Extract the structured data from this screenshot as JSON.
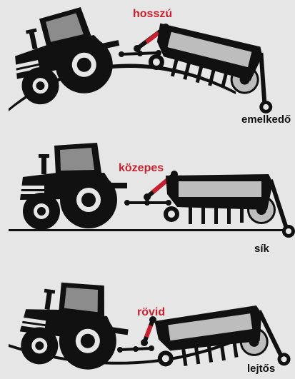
{
  "colors": {
    "background": "#e6e6e6",
    "ink": "#111111",
    "highlight_link": "#c8202f",
    "tractor_glass": "#8c8c8c",
    "implement_grey": "#bdbdbd"
  },
  "panels": [
    {
      "terrain": "uphill",
      "link_label": "hosszú",
      "terrain_label": "emelkedő"
    },
    {
      "terrain": "flat",
      "link_label": "közepes",
      "terrain_label": "sík"
    },
    {
      "terrain": "downhill",
      "link_label": "rövid",
      "terrain_label": "lejtős"
    }
  ]
}
